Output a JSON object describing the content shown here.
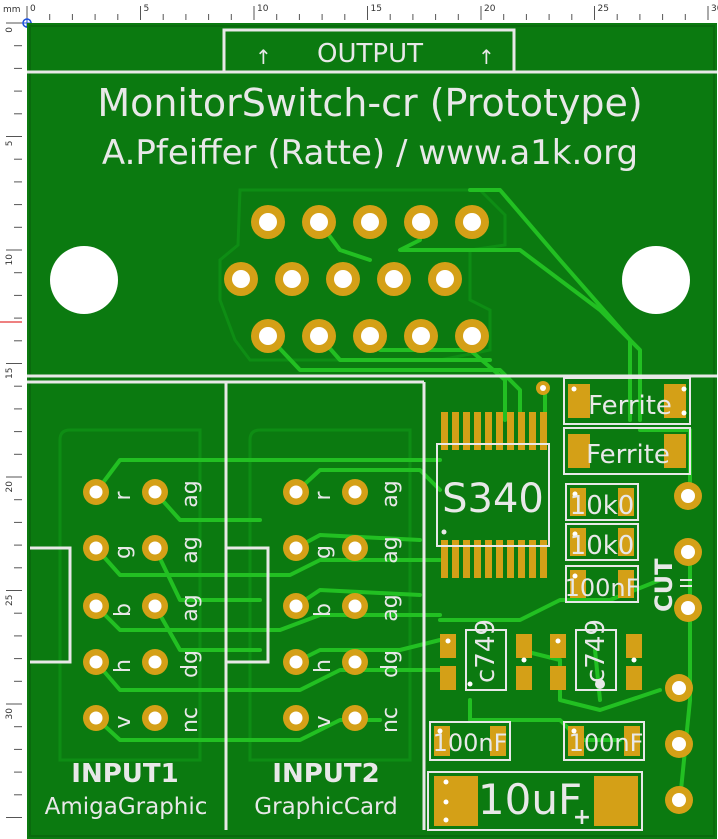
{
  "ruler": {
    "unit": "mm",
    "top_ticks": [
      "0",
      "5",
      "10",
      "15",
      "20",
      "25",
      "30"
    ],
    "left_ticks": [
      "0",
      "5",
      "10",
      "15",
      "20",
      "25",
      "30"
    ]
  },
  "colors": {
    "board": "#0b7a10",
    "copper_trace": "#22c022",
    "pad_ring": "#d4a017",
    "silkscreen": "#e8e8e8",
    "component_gold": "#d4a017"
  },
  "board": {
    "output_label": "OUTPUT",
    "output_arrow": "↑",
    "title": "MonitorSwitch-cr (Prototype)",
    "subtitle": "A.Pfeiffer (Ratte) / www.a1k.org"
  },
  "input1": {
    "title": "INPUT1",
    "subtitle": "AmigaGraphic",
    "pins": [
      {
        "label": "r",
        "mark": "ag"
      },
      {
        "label": "g",
        "mark": "ag"
      },
      {
        "label": "b",
        "mark": "ag"
      },
      {
        "label": "h",
        "mark": "dg"
      },
      {
        "label": "v",
        "mark": "nc"
      }
    ]
  },
  "input2": {
    "title": "INPUT2",
    "subtitle": "GraphicCard",
    "pins": [
      {
        "label": "r",
        "mark": "ag"
      },
      {
        "label": "g",
        "mark": "ag"
      },
      {
        "label": "b",
        "mark": "ag"
      },
      {
        "label": "h",
        "mark": "dg"
      },
      {
        "label": "v",
        "mark": "nc"
      }
    ]
  },
  "components": {
    "ic": "S340",
    "ferrite1": "Ferrite",
    "ferrite2": "Ferrite",
    "r1": "10k0",
    "r2": "10k0",
    "c_100nf_top": "100nF",
    "transistor1": "c749",
    "transistor2": "c749",
    "c_100nf_left": "100nF",
    "c_100nf_right": "100nF",
    "elko": "10uF",
    "elko_plus": "+",
    "cut_label": "CUT"
  }
}
